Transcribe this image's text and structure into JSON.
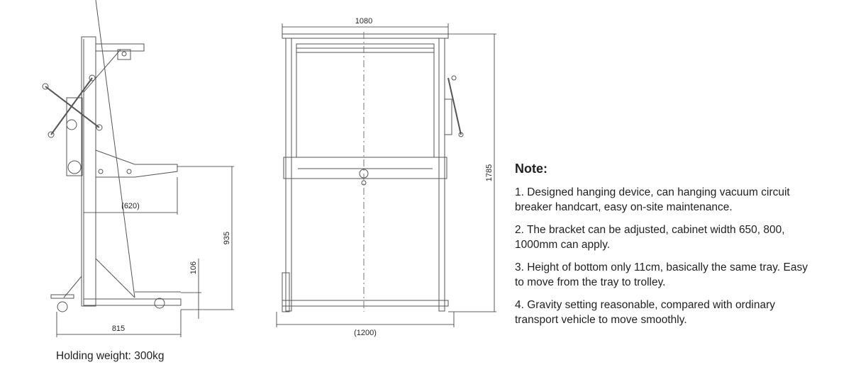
{
  "side_view": {
    "dimensions": {
      "bracket_reach": "(620)",
      "height_935": "935",
      "height_106": "106",
      "base_length": "815"
    },
    "caption": "Holding weight: 300kg"
  },
  "front_view": {
    "dimensions": {
      "top_width": "1080",
      "height": "1785",
      "base_width": "(1200)"
    }
  },
  "notes": {
    "title": "Note:",
    "items": [
      "1. Designed hanging device, can hanging vacuum circuit breaker handcart, easy on-site maintenance.",
      "2. The bracket can be adjusted, cabinet width 650, 800, 1000mm can apply.",
      "3. Height of bottom only 11cm,  basically the same tray. Easy to move from the tray to trolley.",
      "4. Gravity setting reasonable, compared with ordinary transport vehicle to move smoothly."
    ]
  }
}
